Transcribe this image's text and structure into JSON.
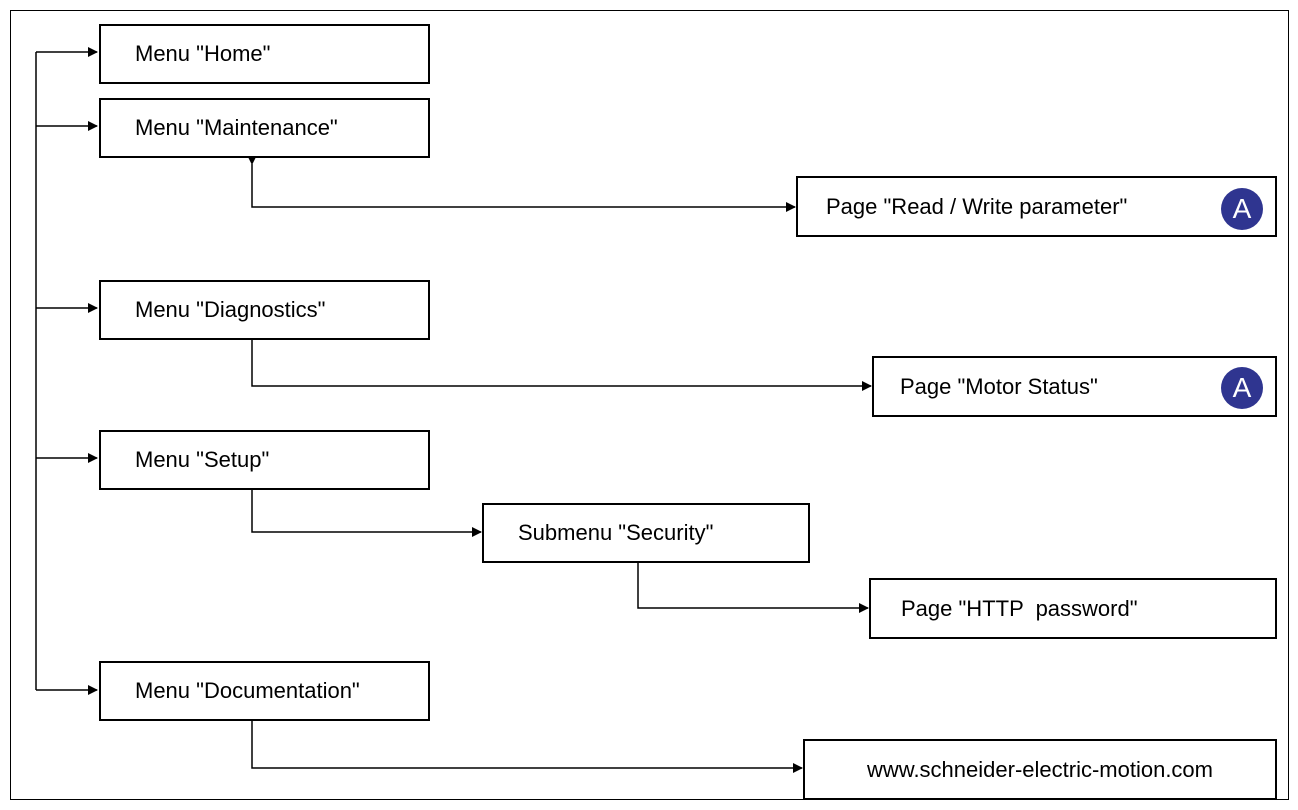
{
  "menus": {
    "home": "Menu \"Home\"",
    "maintenance": "Menu \"Maintenance\"",
    "diagnostics": "Menu \"Diagnostics\"",
    "setup": "Menu \"Setup\"",
    "documentation": "Menu \"Documentation\""
  },
  "submenus": {
    "security": "Submenu \"Security\""
  },
  "pages": {
    "read_write_parameter": "Page \"Read / Write parameter\"",
    "motor_status": "Page \"Motor Status\"",
    "http_password": "Page \"HTTP  password\"",
    "website": "www.schneider-electric-motion.com"
  },
  "badges": {
    "read_write_parameter": "A",
    "motor_status": "A"
  },
  "colors": {
    "badge": "#2f3590",
    "line": "#000000"
  }
}
